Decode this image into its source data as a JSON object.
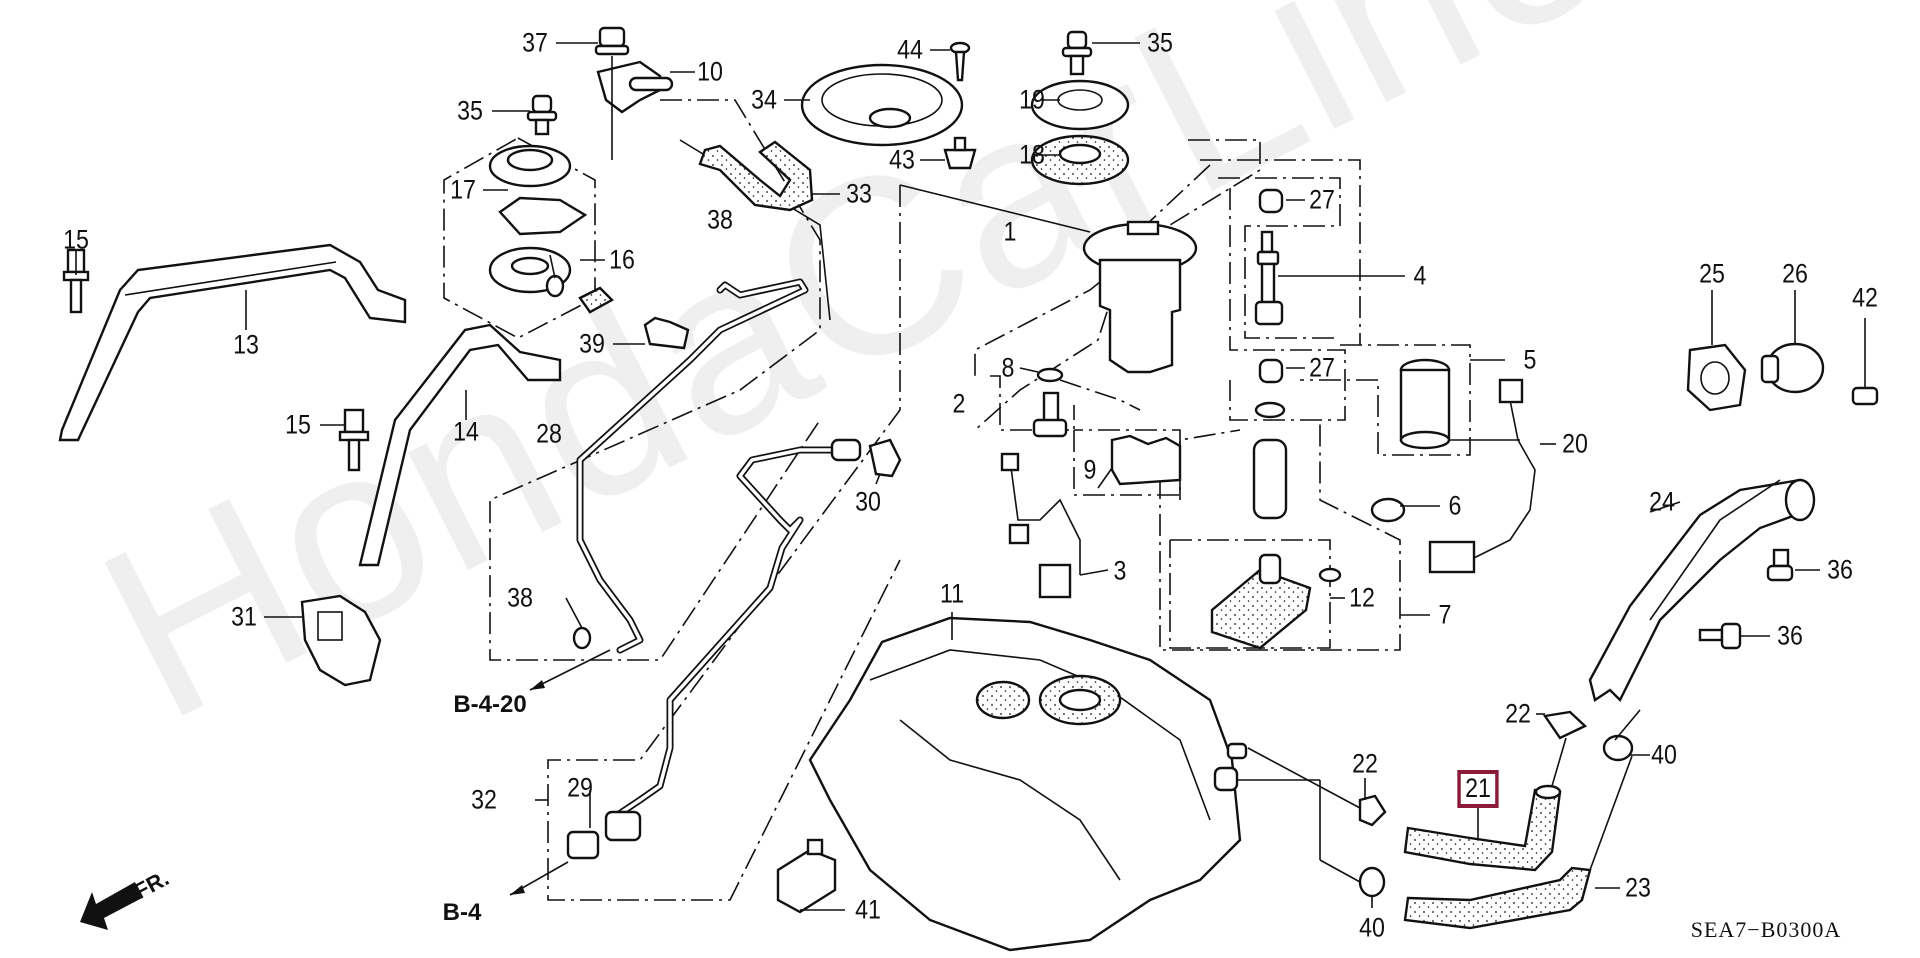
{
  "diagram": {
    "type": "exploded-parts-diagram",
    "subject": "Fuel tank assembly",
    "watermark": "HondaCarLine.ru",
    "diagram_code": "SEA7−B0300A",
    "highlighted_part": "21",
    "highlight_color": "#8b1a3a",
    "direction_label": "FR.",
    "references": [
      {
        "id": "ref-b-4-20",
        "label": "B-4-20"
      },
      {
        "id": "ref-b-4",
        "label": "B-4"
      }
    ],
    "callouts": [
      {
        "num": "1"
      },
      {
        "num": "2"
      },
      {
        "num": "3"
      },
      {
        "num": "4"
      },
      {
        "num": "5"
      },
      {
        "num": "6"
      },
      {
        "num": "7"
      },
      {
        "num": "8"
      },
      {
        "num": "9"
      },
      {
        "num": "10"
      },
      {
        "num": "11"
      },
      {
        "num": "12"
      },
      {
        "num": "13"
      },
      {
        "num": "14"
      },
      {
        "num": "15"
      },
      {
        "num": "15"
      },
      {
        "num": "16"
      },
      {
        "num": "17"
      },
      {
        "num": "18"
      },
      {
        "num": "19"
      },
      {
        "num": "20"
      },
      {
        "num": "21"
      },
      {
        "num": "22"
      },
      {
        "num": "22"
      },
      {
        "num": "23"
      },
      {
        "num": "24"
      },
      {
        "num": "25"
      },
      {
        "num": "26"
      },
      {
        "num": "27"
      },
      {
        "num": "27"
      },
      {
        "num": "28"
      },
      {
        "num": "29"
      },
      {
        "num": "30"
      },
      {
        "num": "31"
      },
      {
        "num": "32"
      },
      {
        "num": "33"
      },
      {
        "num": "34"
      },
      {
        "num": "35"
      },
      {
        "num": "35"
      },
      {
        "num": "36"
      },
      {
        "num": "36"
      },
      {
        "num": "37"
      },
      {
        "num": "38"
      },
      {
        "num": "38"
      },
      {
        "num": "39"
      },
      {
        "num": "40"
      },
      {
        "num": "40"
      },
      {
        "num": "41"
      },
      {
        "num": "42"
      },
      {
        "num": "43"
      },
      {
        "num": "44"
      }
    ]
  }
}
